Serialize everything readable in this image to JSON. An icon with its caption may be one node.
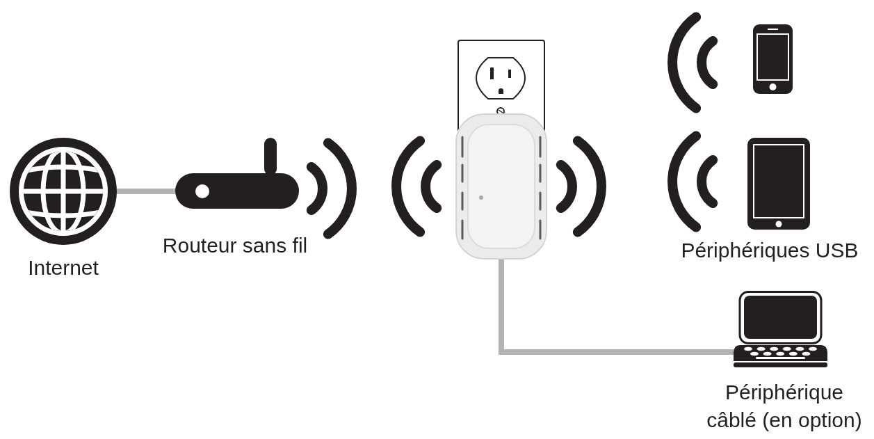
{
  "diagram": {
    "nodes": [
      {
        "text": [
          "Internet"
        ]
      },
      {
        "text": [
          "Routeur sans fil"
        ]
      },
      {
        "text": [],
        "shape": "picture"
      },
      {
        "text": [],
        "shape": "picture"
      },
      {
        "text": [
          "Périphériques USB"
        ]
      },
      {
        "text": [
          "Périphérique câblé (en option)"
        ]
      }
    ],
    "edges": [
      {
        "from": 0,
        "to": 1,
        "arrow": "none"
      },
      {
        "from": 2,
        "to": 5,
        "arrow": "none"
      }
    ]
  }
}
